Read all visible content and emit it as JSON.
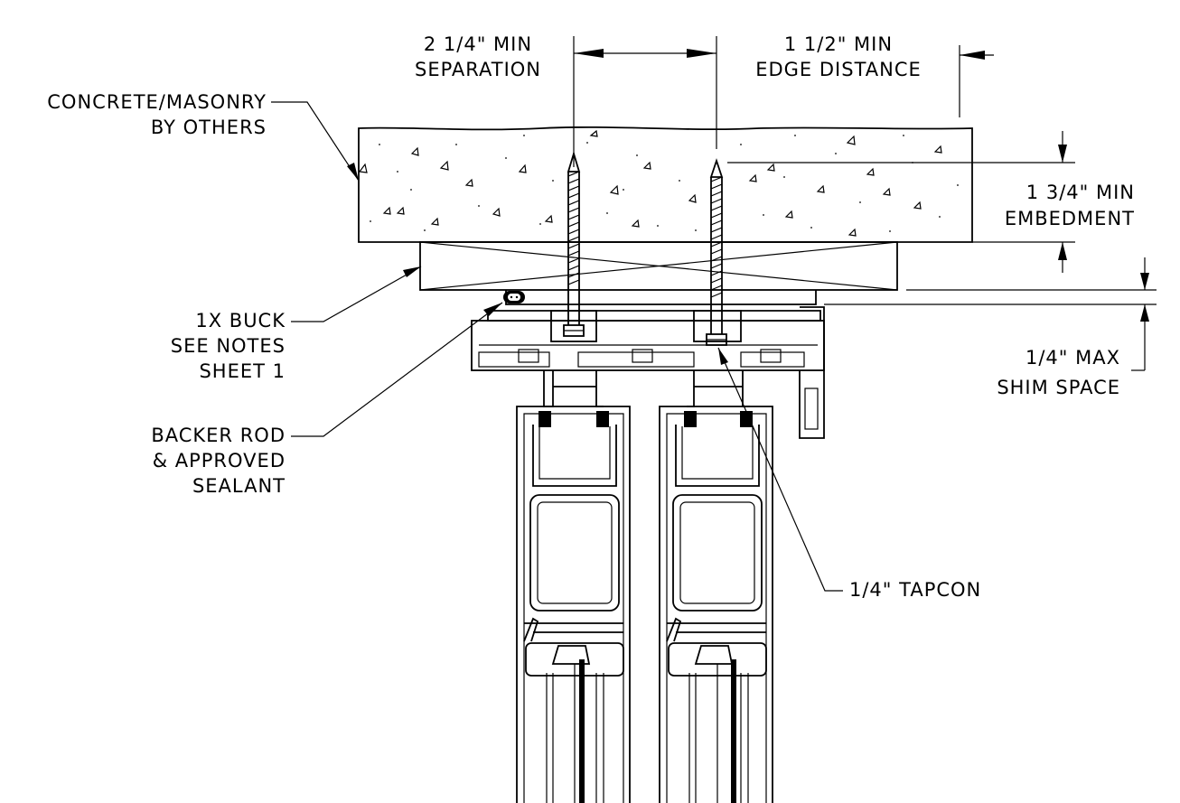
{
  "labels": {
    "separation": [
      "2 1/4\" MIN",
      "SEPARATION"
    ],
    "edge_distance": [
      "1 1/2\" MIN",
      "EDGE DISTANCE"
    ],
    "concrete": [
      "CONCRETE/MASONRY",
      "BY OTHERS"
    ],
    "embedment": [
      "1 3/4\" MIN",
      "EMBEDMENT"
    ],
    "buck": [
      "1X BUCK",
      "SEE NOTES",
      "SHEET 1"
    ],
    "shim": [
      "1/4\" MAX",
      "SHIM SPACE"
    ],
    "backer": [
      "BACKER ROD",
      "& APPROVED",
      "SEALANT"
    ],
    "tapcon": [
      "1/4\" TAPCON"
    ]
  },
  "colors": {
    "ink": "#000000",
    "paper": "#ffffff"
  }
}
